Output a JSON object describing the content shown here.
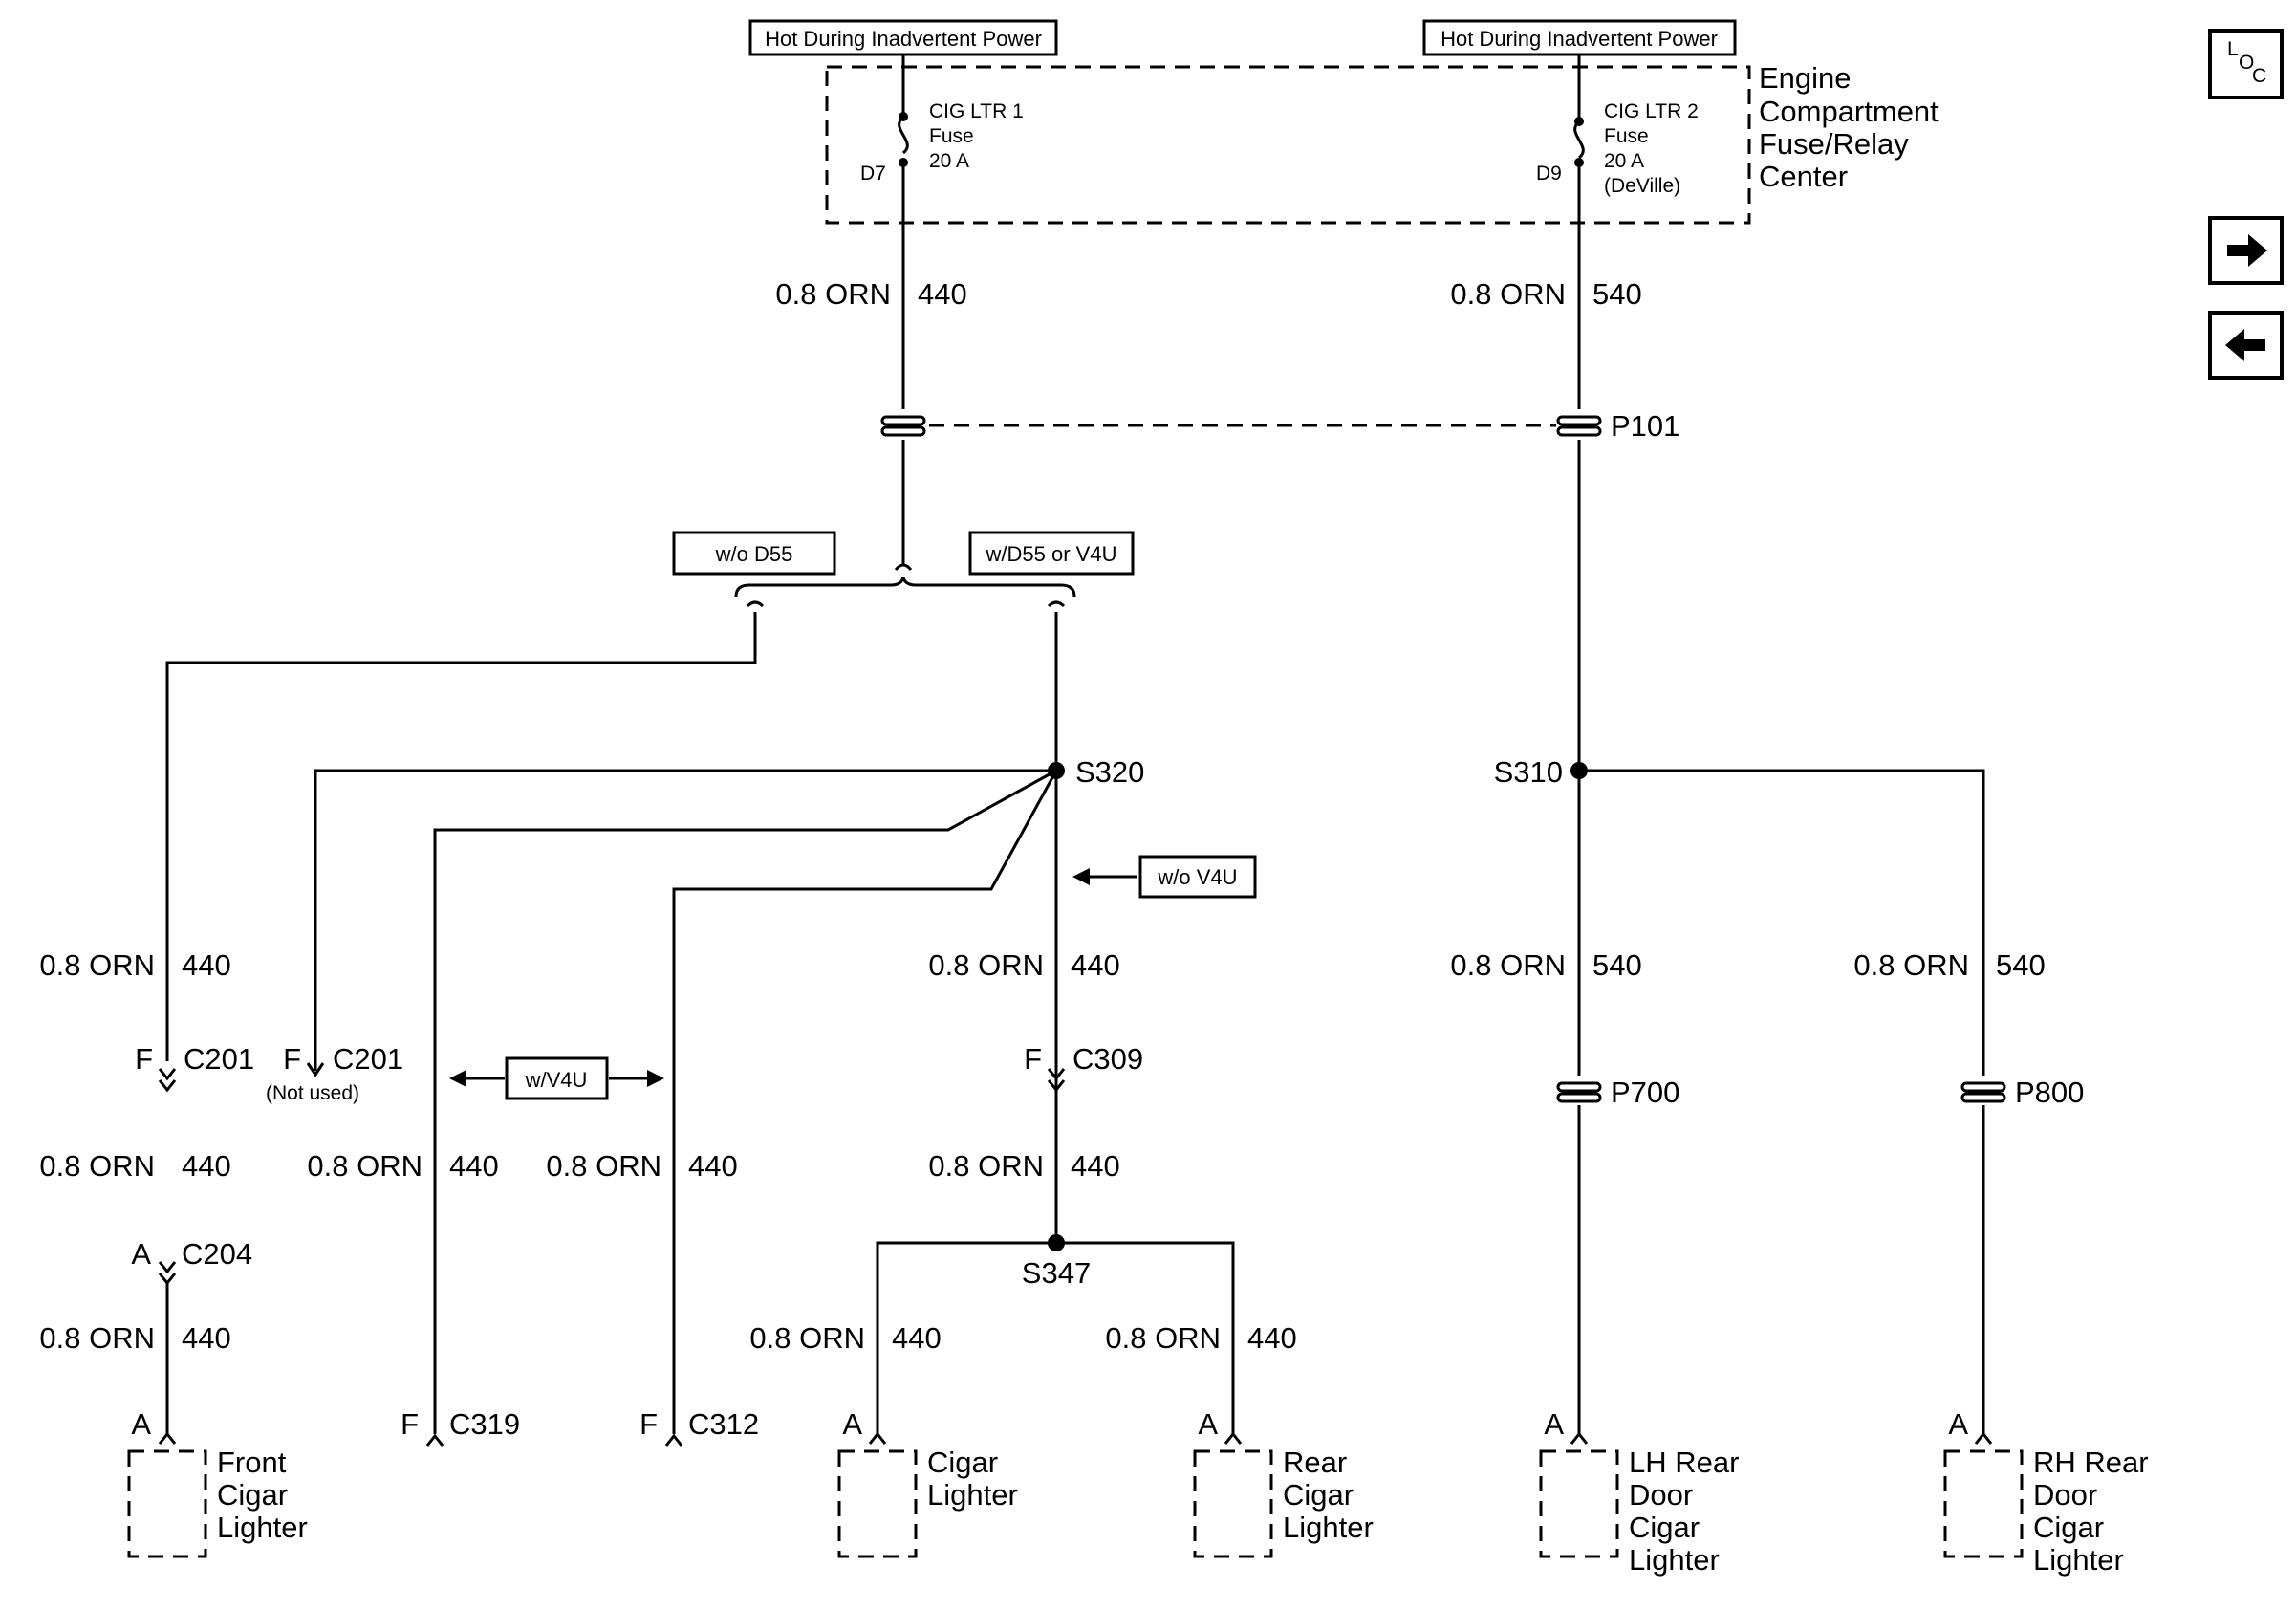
{
  "top_labels": {
    "left_hot": "Hot During Inadvertent Power",
    "right_hot": "Hot During Inadvertent Power"
  },
  "fuse_block": {
    "name_line1": "Engine",
    "name_line2": "Compartment",
    "name_line3": "Fuse/Relay",
    "name_line4": "Center",
    "fuse1_line1": "CIG LTR 1",
    "fuse1_line2": "Fuse",
    "fuse1_line3": "20 A",
    "fuse1_pin": "D7",
    "fuse2_line1": "CIG LTR 2",
    "fuse2_line2": "Fuse",
    "fuse2_line3": "20 A",
    "fuse2_line4": "(DeVille)",
    "fuse2_pin": "D9"
  },
  "wire": {
    "gauge_color": "0.8 ORN",
    "circuit_440": "440",
    "circuit_540": "540"
  },
  "connectors": {
    "p101": "P101",
    "p700": "P700",
    "p800": "P800",
    "c201": "C201",
    "c201_note": "(Not used)",
    "c204": "C204",
    "c309": "C309",
    "c319": "C319",
    "c312": "C312",
    "pin_f": "F",
    "pin_a": "A"
  },
  "splices": {
    "s320": "S320",
    "s310": "S310",
    "s347": "S347"
  },
  "options": {
    "wo_d55": "w/o D55",
    "w_d55_v4u": "w/D55 or V4U",
    "wo_v4u": "w/o V4U",
    "w_v4u": "w/V4U"
  },
  "components": {
    "front_l1": "Front",
    "front_l2": "Cigar",
    "front_l3": "Lighter",
    "cigar_l1": "Cigar",
    "cigar_l2": "Lighter",
    "rear_l1": "Rear",
    "rear_l2": "Cigar",
    "rear_l3": "Lighter",
    "lh_l1": "LH Rear",
    "lh_l2": "Door",
    "lh_l3": "Cigar",
    "lh_l4": "Lighter",
    "rh_l1": "RH Rear",
    "rh_l2": "Door",
    "rh_l3": "Cigar",
    "rh_l4": "Lighter"
  },
  "nav": {
    "loc_l": "L",
    "loc_o": "O",
    "loc_c": "C",
    "next_icon": "arrow-right-icon",
    "prev_icon": "arrow-left-icon"
  }
}
